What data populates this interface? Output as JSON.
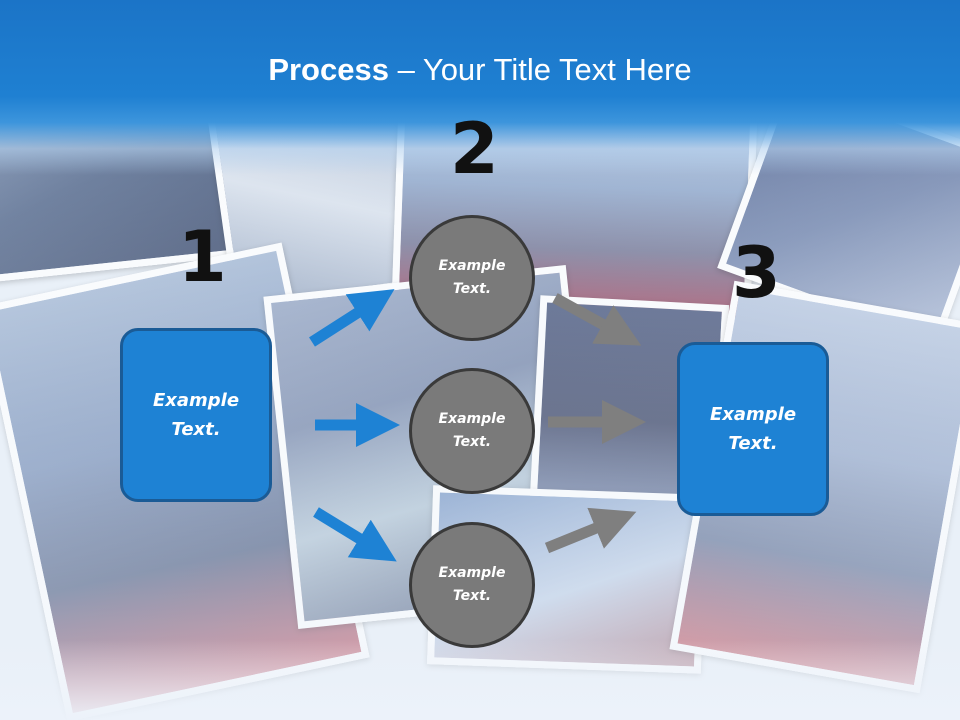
{
  "title": {
    "bold": "Process",
    "rest": " – Your Title Text Here"
  },
  "steps": {
    "one": "1",
    "two": "2",
    "three": "3"
  },
  "box_left": {
    "text": "Example\nText."
  },
  "box_right": {
    "text": "Example\nText."
  },
  "circles": [
    {
      "text": "Example\nText."
    },
    {
      "text": "Example\nText."
    },
    {
      "text": "Example\nText."
    }
  ],
  "colors": {
    "header_blue": "#1f80d2",
    "box_fill": "#1e82d4",
    "box_border": "#1a5b96",
    "circle_fill": "#7a7a7a",
    "arrow_blue": "#1e82d4",
    "arrow_gray": "#7f7f7f"
  }
}
